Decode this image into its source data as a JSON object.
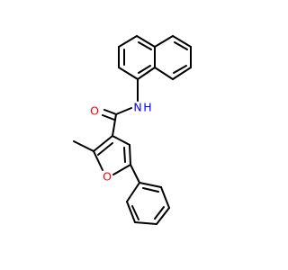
{
  "molecule": {
    "atom_labels": {
      "oxygen_carbonyl": "O",
      "nitrogen_amide": "N",
      "hydrogen_amide": "H",
      "oxygen_furan": "O"
    },
    "colors": {
      "bond": "#000000",
      "oxygen": "#ff0000",
      "nitrogen": "#0000ff",
      "background": "#ffffff"
    }
  }
}
